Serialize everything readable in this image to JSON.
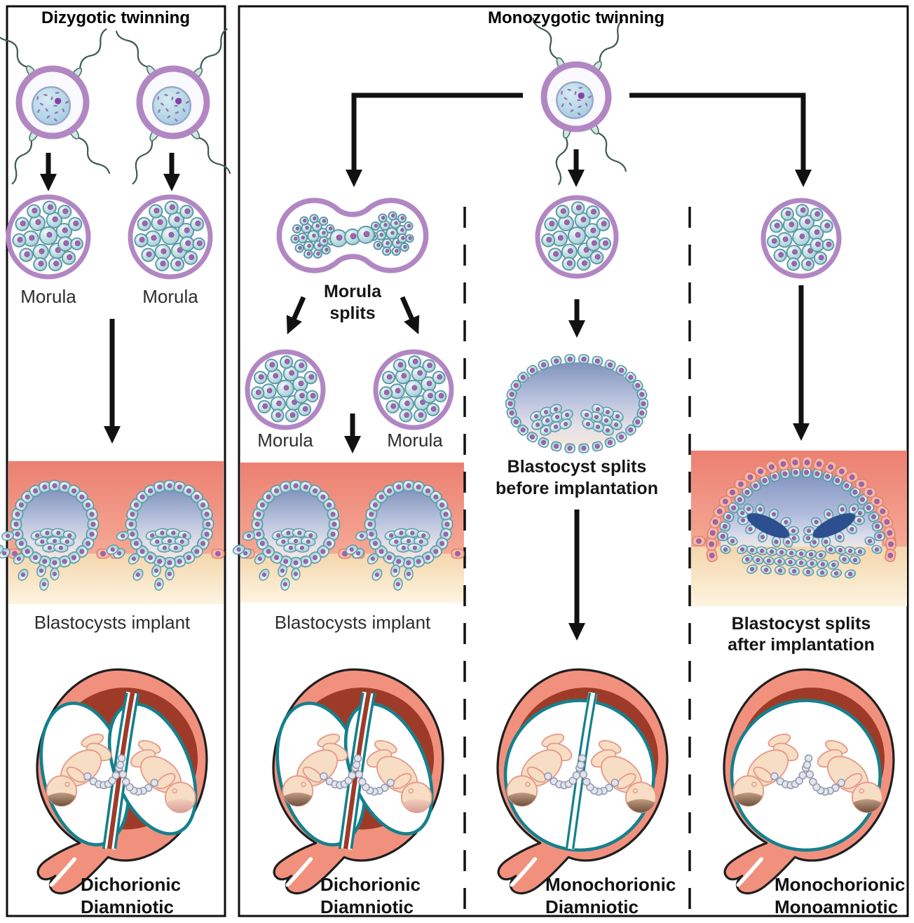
{
  "figure": {
    "dizygotic": {
      "title": "Dizygotic twinning",
      "morula_label_left": "Morula",
      "morula_label_right": "Morula",
      "implant_label": "Blastocysts implant",
      "outcome_line1": "Dichorionic",
      "outcome_line2": "Diamniotic"
    },
    "monozygotic": {
      "title": "Monozygotic twinning",
      "morula_splits": {
        "label_line1": "Morula",
        "label_line2": "splits",
        "morula_label_left": "Morula",
        "morula_label_right": "Morula",
        "implant_label": "Blastocysts implant",
        "outcome_line1": "Dichorionic",
        "outcome_line2": "Diamniotic"
      },
      "blastocyst_before": {
        "label_line1": "Blastocyst splits",
        "label_line2": "before implantation",
        "outcome_line1": "Monochorionic",
        "outcome_line2": "Diamniotic"
      },
      "blastocyst_after": {
        "label_line1": "Blastocyst splits",
        "label_line2": "after implantation",
        "outcome_line1": "Monochorionic",
        "outcome_line2": "Monoamniotic"
      }
    }
  },
  "colors": {
    "zona_pellucida": "#b187c3",
    "cell_stroke": "#5d98a8",
    "nucleus": "#a066b0",
    "arrow": "#111111",
    "endometrium_top": "#ec8071",
    "endometrium_light": "#f5a995",
    "decidua_cream_top": "#f4d6ac",
    "decidua_cream_bottom": "#fdf4e0",
    "epithelium_cell": "#f7b7a6",
    "epithelium_stroke": "#e08472",
    "uterus_wall": "#f1917d",
    "uterus_cavity": "#9e3b28",
    "amnion": "#15808d",
    "fetal_skin": "#f7ddc4",
    "fetal_outline": "#e59a88",
    "blastocoel": "#8193bc",
    "amniotic_slit": "#2d4f90",
    "cord": "#e3e4ee"
  }
}
